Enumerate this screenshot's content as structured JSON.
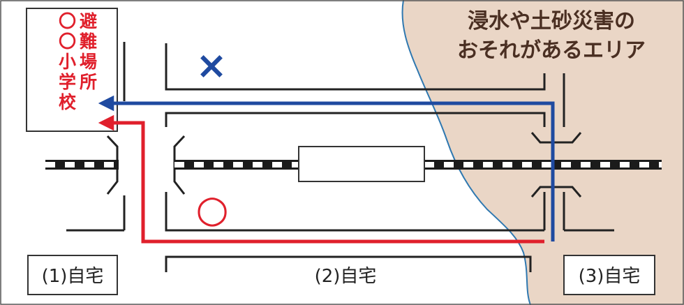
{
  "shelter": {
    "line1": "避難場所",
    "line2": "〇〇小学校"
  },
  "hazard_area": {
    "line1": "浸水や土砂災害の",
    "line2": "おそれがあるエリア"
  },
  "houses": {
    "house1": "(1)自宅",
    "house2": "(2)自宅",
    "house3": "(3)自宅"
  },
  "marks": {
    "bad_route": "×",
    "good_route": "○"
  },
  "colors": {
    "hazard_fill": "#ead6c6",
    "hazard_edge": "#2f78b0",
    "blue_route": "#1f4aa0",
    "red_route": "#e0202c",
    "shelter_text": "#e0202c",
    "hazard_text": "#4a2f22",
    "line": "#222222"
  }
}
